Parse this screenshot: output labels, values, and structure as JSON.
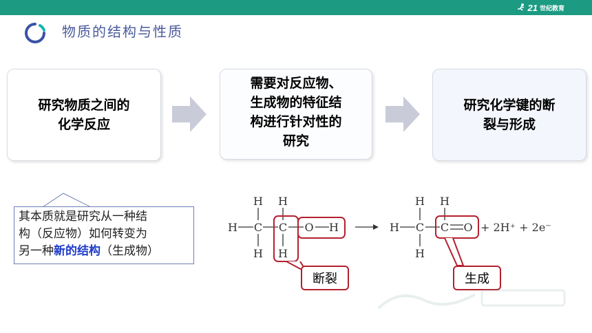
{
  "brand": {
    "logo_num": "21",
    "logo_text": "世纪教育"
  },
  "page": {
    "title": "物质的结构与性质"
  },
  "steps": [
    {
      "line1": "研究物质之间的",
      "line2": "化学反应"
    },
    {
      "line1": "需要对反应物、",
      "line2": "生成物的特征结",
      "line3": "构进行针对性的",
      "line4": "研究"
    },
    {
      "line1": "研究化学键的断",
      "line2": "裂与形成"
    }
  ],
  "callout": {
    "line1": "其本质就是研究从一种结",
    "line2": "构（反应物）如何转变为",
    "line3_pre": "另一种",
    "line3_hl": "新的结构",
    "line3_post": "（生成物）"
  },
  "equation": {
    "atoms": {
      "H": "H",
      "C": "C",
      "O": "O"
    },
    "products": "+ 2H⁺ + 2e⁻"
  },
  "tags": {
    "break": "断裂",
    "form": "生成"
  },
  "colors": {
    "topbar": "#1c9a82",
    "title": "#4a5a9a",
    "highlight_box": "#b3202e",
    "highlight_text": "#1f3cc8"
  }
}
